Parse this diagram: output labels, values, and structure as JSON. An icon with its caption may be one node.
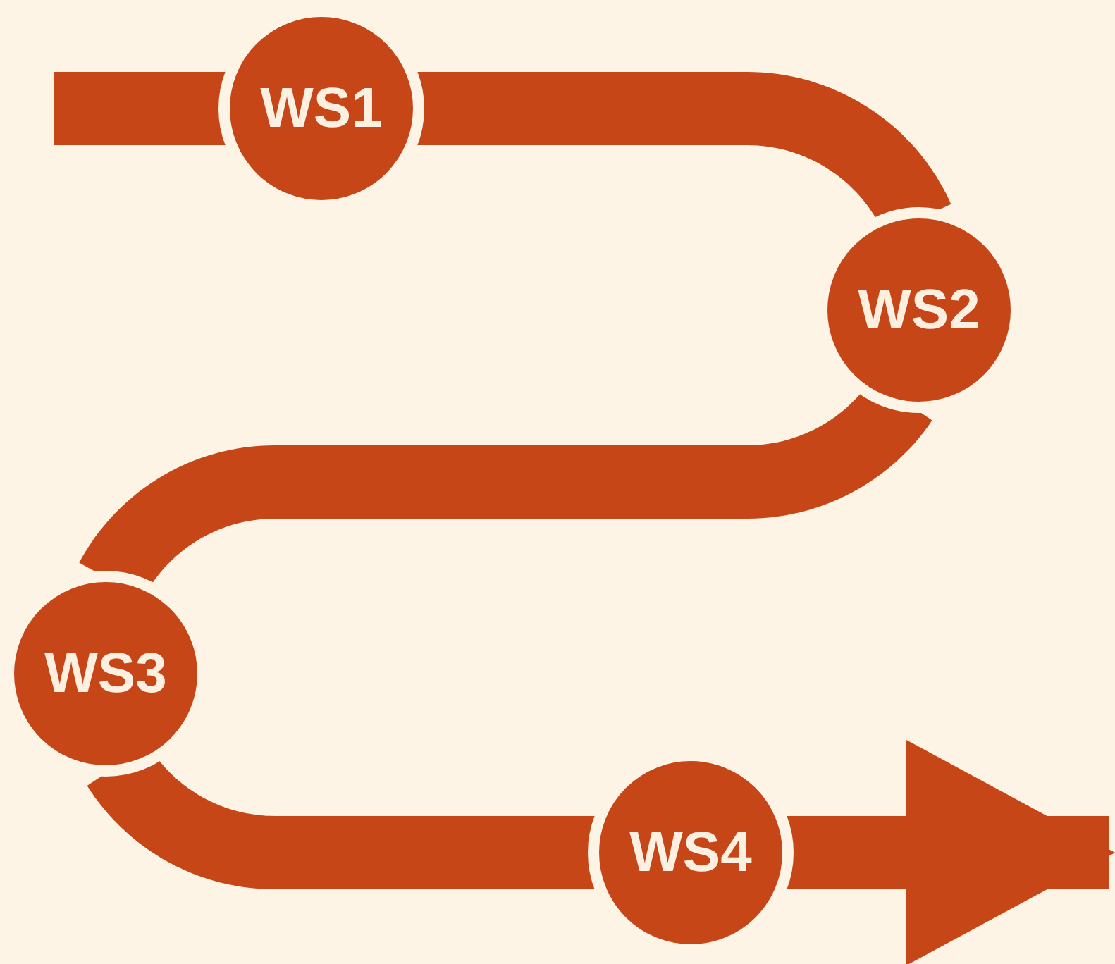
{
  "diagram": {
    "nodes": [
      {
        "text": [
          "WS1"
        ]
      },
      {
        "text": [
          "WS2"
        ]
      },
      {
        "text": [
          "WS3"
        ]
      },
      {
        "text": [
          "WS4"
        ]
      }
    ],
    "edges": [
      {
        "from": null,
        "to": 0,
        "arrow": "none"
      },
      {
        "from": 0,
        "to": 1,
        "arrow": "none"
      },
      {
        "from": 1,
        "to": 2,
        "arrow": "none"
      },
      {
        "from": 2,
        "to": 3,
        "arrow": "none"
      },
      {
        "from": 3,
        "to": null,
        "arrow": "to"
      }
    ]
  }
}
